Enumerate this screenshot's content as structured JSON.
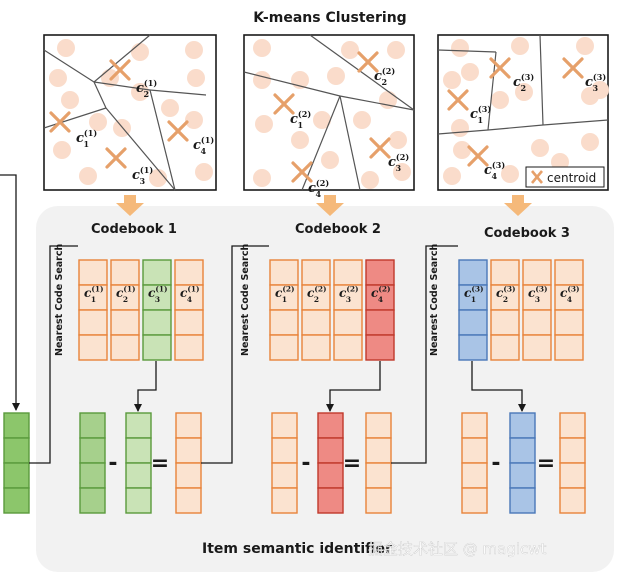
{
  "title": "K-means Clustering",
  "legend_label": "centroid",
  "footer_label": "Item semantic identifier",
  "watermark": "掘金技术社区 @ magicwt",
  "side_label": "Nearest Code Search",
  "stages": [
    {
      "codebook_label": "Codebook 1",
      "region_centroids": [
        {
          "base": "c",
          "sup": "(1)",
          "sub": "2"
        },
        {
          "base": "c",
          "sup": "(1)",
          "sub": "1"
        },
        {
          "base": "c",
          "sup": "(1)",
          "sub": "4"
        },
        {
          "base": "c",
          "sup": "(1)",
          "sub": "3"
        }
      ],
      "codes": [
        {
          "base": "c",
          "sup": "(1)",
          "sub": "1"
        },
        {
          "base": "c",
          "sup": "(1)",
          "sub": "2"
        },
        {
          "base": "c",
          "sup": "(1)",
          "sub": "3"
        },
        {
          "base": "c",
          "sup": "(1)",
          "sub": "4"
        }
      ],
      "selected_code_index": 2,
      "colors": {
        "stroke": "#e8833a",
        "fill": "#fbe3d0",
        "sel_stroke": "#5a9a3c",
        "sel_fill": "#c9e3b6",
        "res_fill": "#a6d08c"
      }
    },
    {
      "codebook_label": "Codebook 2",
      "region_centroids": [
        {
          "base": "c",
          "sup": "(2)",
          "sub": "2"
        },
        {
          "base": "c",
          "sup": "(2)",
          "sub": "1"
        },
        {
          "base": "c",
          "sup": "(2)",
          "sub": "3"
        },
        {
          "base": "c",
          "sup": "(2)",
          "sub": "4"
        }
      ],
      "codes": [
        {
          "base": "c",
          "sup": "(2)",
          "sub": "1"
        },
        {
          "base": "c",
          "sup": "(2)",
          "sub": "2"
        },
        {
          "base": "c",
          "sup": "(2)",
          "sub": "3"
        },
        {
          "base": "c",
          "sup": "(2)",
          "sub": "4"
        }
      ],
      "selected_code_index": 3,
      "colors": {
        "stroke": "#e8833a",
        "fill": "#fbe3d0",
        "sel_stroke": "#c0392b",
        "sel_fill": "#ee8a84",
        "res_fill": "#ee8a84"
      }
    },
    {
      "codebook_label": "Codebook 3",
      "region_centroids": [
        {
          "base": "c",
          "sup": "(3)",
          "sub": "2"
        },
        {
          "base": "c",
          "sup": "(3)",
          "sub": "3"
        },
        {
          "base": "c",
          "sup": "(3)",
          "sub": "1"
        },
        {
          "base": "c",
          "sup": "(3)",
          "sub": "4"
        }
      ],
      "codes": [
        {
          "base": "c",
          "sup": "(3)",
          "sub": "1"
        },
        {
          "base": "c",
          "sup": "(3)",
          "sub": "2"
        },
        {
          "base": "c",
          "sup": "(3)",
          "sub": "3"
        },
        {
          "base": "c",
          "sup": "(3)",
          "sub": "4"
        }
      ],
      "selected_code_index": 0,
      "colors": {
        "stroke": "#e8833a",
        "fill": "#fbe3d0",
        "sel_stroke": "#4a78b8",
        "sel_fill": "#a9c4e6",
        "res_fill": "#a9c4e6"
      }
    }
  ],
  "input_vector": {
    "stroke": "#5a9a3c",
    "fill": "#8cc66b"
  },
  "operators": {
    "minus": "-",
    "equals": "="
  },
  "colors": {
    "panel_bg": "#f2f2f2",
    "arrow": "#f5b97a",
    "line": "#1a1a1a",
    "cross": "#e6a06a",
    "dot": "#fadccb"
  }
}
